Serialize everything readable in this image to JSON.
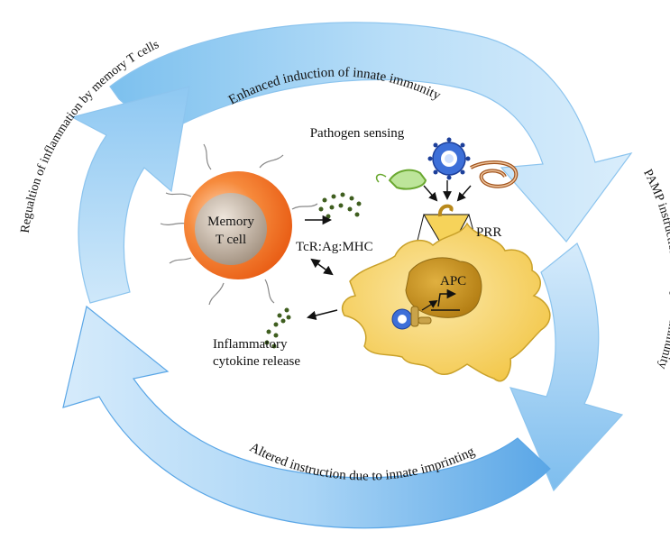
{
  "figure": {
    "arc_labels": {
      "top": "Enhanced induction of innate immunity",
      "right": "PAMP instruction of adaptive immunity",
      "bottom": "Altered instruction due to innate imprinting",
      "left": "Regualtion of inflammation by memory T cells"
    },
    "labels": {
      "pathogen_sensing": "Pathogen sensing",
      "prr": "PRR",
      "memory_line1": "Memory",
      "memory_line2": "T cell",
      "tcr": "TcR:Ag:MHC",
      "apc": "APC",
      "inflammatory_line1": "Inflammatory",
      "inflammatory_line2": "cytokine release"
    },
    "colors": {
      "cycle_light": "#d8ecfb",
      "cycle_mid": "#9fd0f5",
      "cycle_dark": "#6cb1ea",
      "apc_fill": "#f7d46a",
      "nucleus": "#c9951e",
      "tcell_outer": "#f36f21",
      "tcell_inner": "#c8b29d",
      "virus": "#2255cc",
      "cytokine": "#3f5e1f",
      "bacterium_green": "#7fc241",
      "worm_brown": "#a0521c",
      "prr_cone": "#f6c740"
    }
  }
}
